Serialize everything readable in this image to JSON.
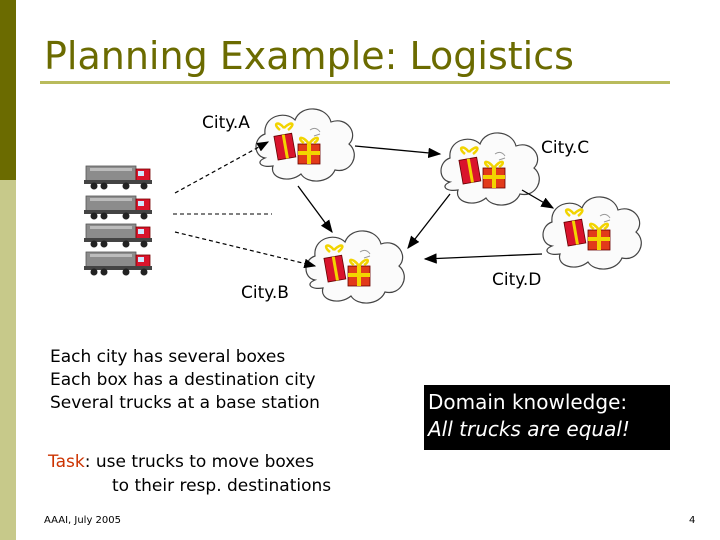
{
  "title": "Planning Example: Logistics",
  "cities": {
    "a": "City.A",
    "b": "City.B",
    "c": "City.C",
    "d": "City.D"
  },
  "bullets": [
    "Each city has several boxes",
    "Each box has a destination city",
    "Several trucks at a base station"
  ],
  "task": {
    "keyword": "Task",
    "line1": ": use trucks to move boxes",
    "line2": "to their resp. destinations"
  },
  "knowledge": {
    "line1": "Domain knowledge:",
    "line2": "All trucks are equal!"
  },
  "footer": "AAAI, July 2005",
  "page_number": "4",
  "colors": {
    "sidebar_dark": "#6b6b00",
    "sidebar_light": "#c7c98a",
    "title": "#6b6b00",
    "task_keyword": "#cc3300"
  }
}
